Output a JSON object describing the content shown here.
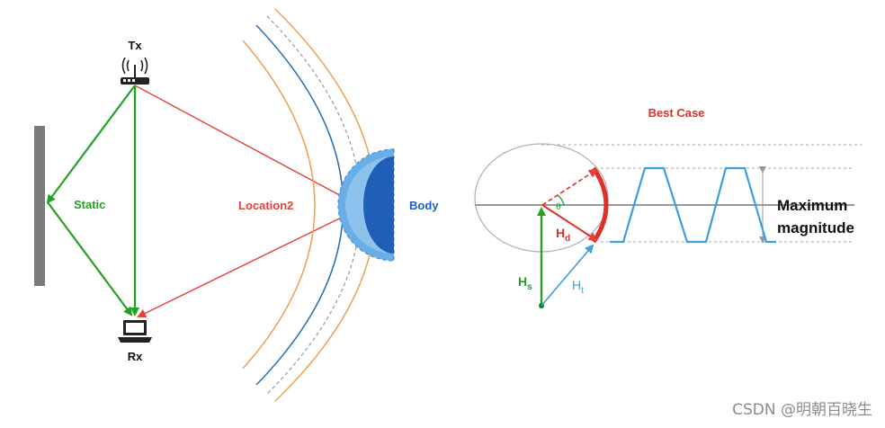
{
  "left_diagram": {
    "tx_label": "Tx",
    "rx_label": "Rx",
    "static_label": "Static",
    "location_label": "Location2",
    "body_label": "Body"
  },
  "right_diagram": {
    "title": "Best Case",
    "hd_main": "H",
    "hd_sub": "d",
    "hs_main": "H",
    "hs_sub": "s",
    "ht_main": "H",
    "ht_sub": "t",
    "angle_symbol": "θ",
    "magnitude_line1": "Maximum",
    "magnitude_line2": "magnitude"
  },
  "watermark": "CSDN @明朝百晓生",
  "colors": {
    "static_green": "#22a222",
    "reflect_red": "#e8403a",
    "body_blue": "#1f5fb8",
    "body_light": "#6aaee8",
    "wave_orange": "#f0a050",
    "wave_blue": "#2a70b0",
    "signal_blue": "#3aa0e0",
    "wall_gray": "#7a7a7a"
  }
}
